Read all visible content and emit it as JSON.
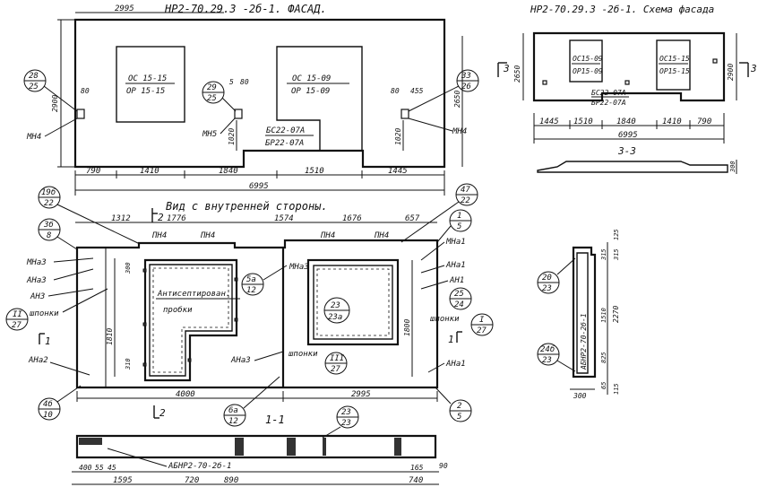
{
  "titles": {
    "facade": "НР2-70.29.3 -2б-1. ФАСАД.",
    "scheme": "НР2-70.29.3 -2б-1. Схема фасада",
    "inside": "Вид с внутренней стороны.",
    "section33": "3-3",
    "section11": "1-1"
  },
  "facade": {
    "top_dim": "2995",
    "win1_a": "ОС 15-15",
    "win1_b": "ОР 15-15",
    "win2_a": "ОС 15-09",
    "win2_b": "ОР 15-09",
    "door_a": "БС22-07А",
    "door_b": "БР22-07А",
    "tag28": "28",
    "tag25": "25",
    "tag29": "29",
    "tag25b": "25",
    "tag33": "33",
    "tag26": "26",
    "mn4_left": "МН4",
    "mn5": "МН5",
    "mn4_right": "МН4",
    "d80a": "80",
    "d5": "5",
    "d80b": "80",
    "d80c": "80",
    "d455": "455",
    "d2900": "2900",
    "d2650": "2650",
    "d1020a": "1020",
    "d1020b": "1020",
    "bottom": [
      "790",
      "1410",
      "1840",
      "1510",
      "1445"
    ],
    "overall": "6995"
  },
  "scheme": {
    "w1a": "ОС15-09",
    "w1b": "ОР15-09",
    "w2a": "ОС15-15",
    "w2b": "ОР15-15",
    "da": "БС22-07А",
    "db": "БР22-07А",
    "left_mark": "3",
    "right_mark": "3",
    "d2650": "2650",
    "d2900": "2900",
    "bottom": [
      "1445",
      "1510",
      "1840",
      "1410",
      "790"
    ],
    "overall": "6995",
    "d300": "300"
  },
  "inside": {
    "top_dims": [
      "1312",
      "1776",
      "1574",
      "1676",
      "657"
    ],
    "mark12_top": "2",
    "pn": [
      "ПН4",
      "ПН4",
      "ПН4",
      "ПН4"
    ],
    "tag19b": "19б",
    "tag22": "22",
    "tag3b": "3б",
    "tag8": "8",
    "tag47": "47",
    "tag22b": "22",
    "tag1": "1",
    "tag5": "5",
    "mna3_a": "МНа3",
    "ana3_a": "АНа3",
    "an3": "АН3",
    "roman2": "II",
    "tag27a": "27",
    "shponki_l": "шпонки",
    "mark11_l": "1",
    "ana2": "АНа2",
    "tag4b": "4б",
    "tag10": "10",
    "d300a": "300",
    "d310": "310",
    "d1810a": "1810",
    "antisept_a": "Антисептирован.",
    "antisept_b": "пробки",
    "tag5a": "5а",
    "tag12a": "12",
    "mna3_b": "МНа3",
    "tag23": "23",
    "tag23a": "23а",
    "shponki_m": "шпонки",
    "roman3": "III",
    "tag27b": "27",
    "ana3_b": "АНа3",
    "tag6a": "6а",
    "tag12b": "12",
    "mna1": "МНа1",
    "ana1_a": "АНа1",
    "an1": "АН1",
    "tag25": "25",
    "tag24": "24",
    "shponki_r": "шпонки",
    "roman1": "I",
    "tag27c": "27",
    "mark11_r": "1",
    "ana1_b": "АНа1",
    "d1800": "1800",
    "tag2": "2",
    "tag5b": "5",
    "bottom_dims": [
      "4000",
      "2995"
    ],
    "mark12_bot": "2"
  },
  "section11": {
    "tag23": "23",
    "tag23b": "23",
    "label": "АБНР2-70-2б-1",
    "dims_top": [
      "400",
      "55",
      "45",
      "165",
      "90"
    ],
    "dims_bottom": [
      "1595",
      "720",
      "890",
      "740"
    ]
  },
  "side": {
    "label": "АБНР2-70-2б-1",
    "tag20": "20",
    "tag23a": "23",
    "tag24b": "24б",
    "tag23b": "23",
    "d300": "300",
    "d125": "125",
    "d315a": "315",
    "d315b": "315",
    "d2270": "2270",
    "d1510": "1510",
    "d825": "825",
    "d65": "65",
    "d115": "115"
  }
}
